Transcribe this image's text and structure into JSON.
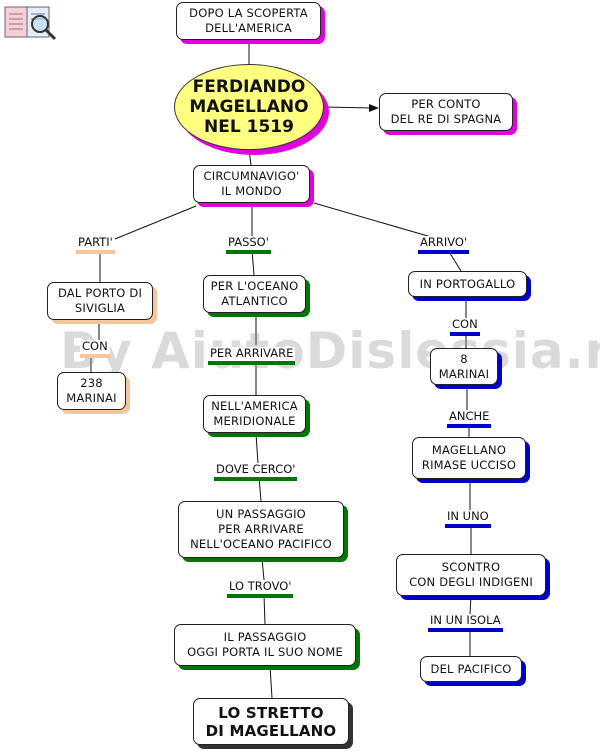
{
  "watermark": "By AiutoDislessia.net",
  "title_node": "FERDIANDO\nMAGELLANO\nNEL 1519",
  "nodes": {
    "dopo": "DOPO LA SCOPERTA\nDELL'AMERICA",
    "per_conto": "PER CONTO\nDEL RE DI SPAGNA",
    "circumnavigo": "CIRCUMNAVIGO'\nIL MONDO",
    "dal_porto": "DAL PORTO DI\nSIVIGLIA",
    "marinai_238": "238\nMARINAI",
    "oceano_atlantico": "PER L'OCEANO\nATLANTICO",
    "america_meridionale": "NELL'AMERICA\nMERIDIONALE",
    "passaggio": "UN PASSAGGIO\nPER ARRIVARE\nNELL'OCEANO PACIFICO",
    "passaggio_nome": "IL PASSAGGIO\nOGGI PORTA IL SUO NOME",
    "stretto": "LO STRETTO\nDI MAGELLANO",
    "portogallo": "IN PORTOGALLO",
    "marinai_8": "8\nMARINAI",
    "ucciso": "MAGELLANO\nRIMASE UCCISO",
    "scontro": "SCONTRO\nCON DEGLI INDIGENI",
    "pacifico": "DEL PACIFICO"
  },
  "labels": {
    "parti": "PARTI'",
    "passo": "PASSO'",
    "arrivo": "ARRIVO'",
    "con_left": "CON",
    "per_arrivare": "PER ARRIVARE",
    "dove_cerco": "DOVE CERCO'",
    "lo_trovo": "LO TROVO'",
    "con_right": "CON",
    "anche": "ANCHE",
    "in_uno": "IN UNO",
    "in_un_isola": "IN UN ISOLA"
  },
  "colors": {
    "title_fill": "#ffff80",
    "shadow_magenta": "#e000e0",
    "shadow_blue": "#0000cc",
    "shadow_green": "#007700",
    "shadow_orange": "#f4c69c"
  }
}
